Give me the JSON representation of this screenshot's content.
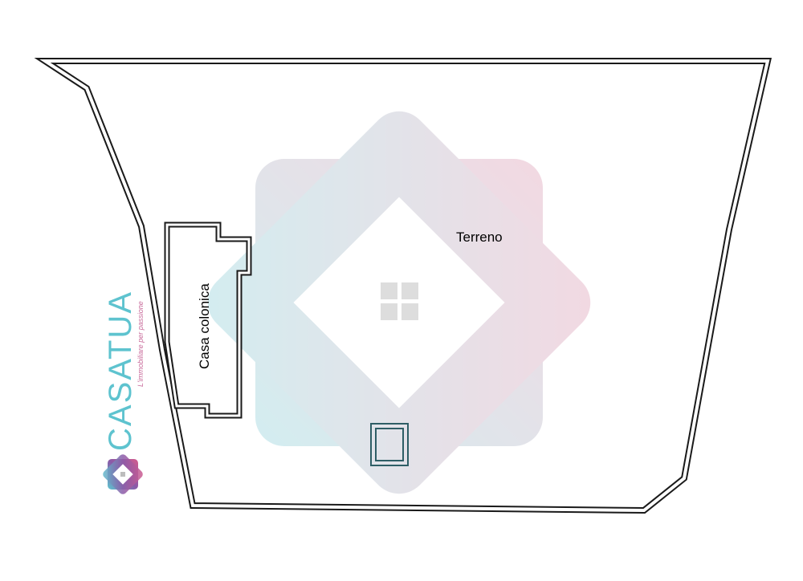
{
  "plan": {
    "land_label": "Terreno",
    "house_label": "Casa colonica"
  },
  "brand": {
    "name": "CASATUA",
    "tagline": "L'immobiliare per passione"
  },
  "colors": {
    "outline": "#1a1a1a",
    "well_outline": "#2e5e66",
    "brand_teal": "#5ec3cf",
    "brand_pink": "#c86a9a",
    "brand_purple": "#6b3a8c",
    "watermark_teal": "#a8dde3",
    "watermark_pink": "#e7b3c6"
  },
  "icons": {
    "watermark": "casatua-logo-watermark",
    "logo": "casatua-logo-icon",
    "grid": "window-grid-icon"
  }
}
